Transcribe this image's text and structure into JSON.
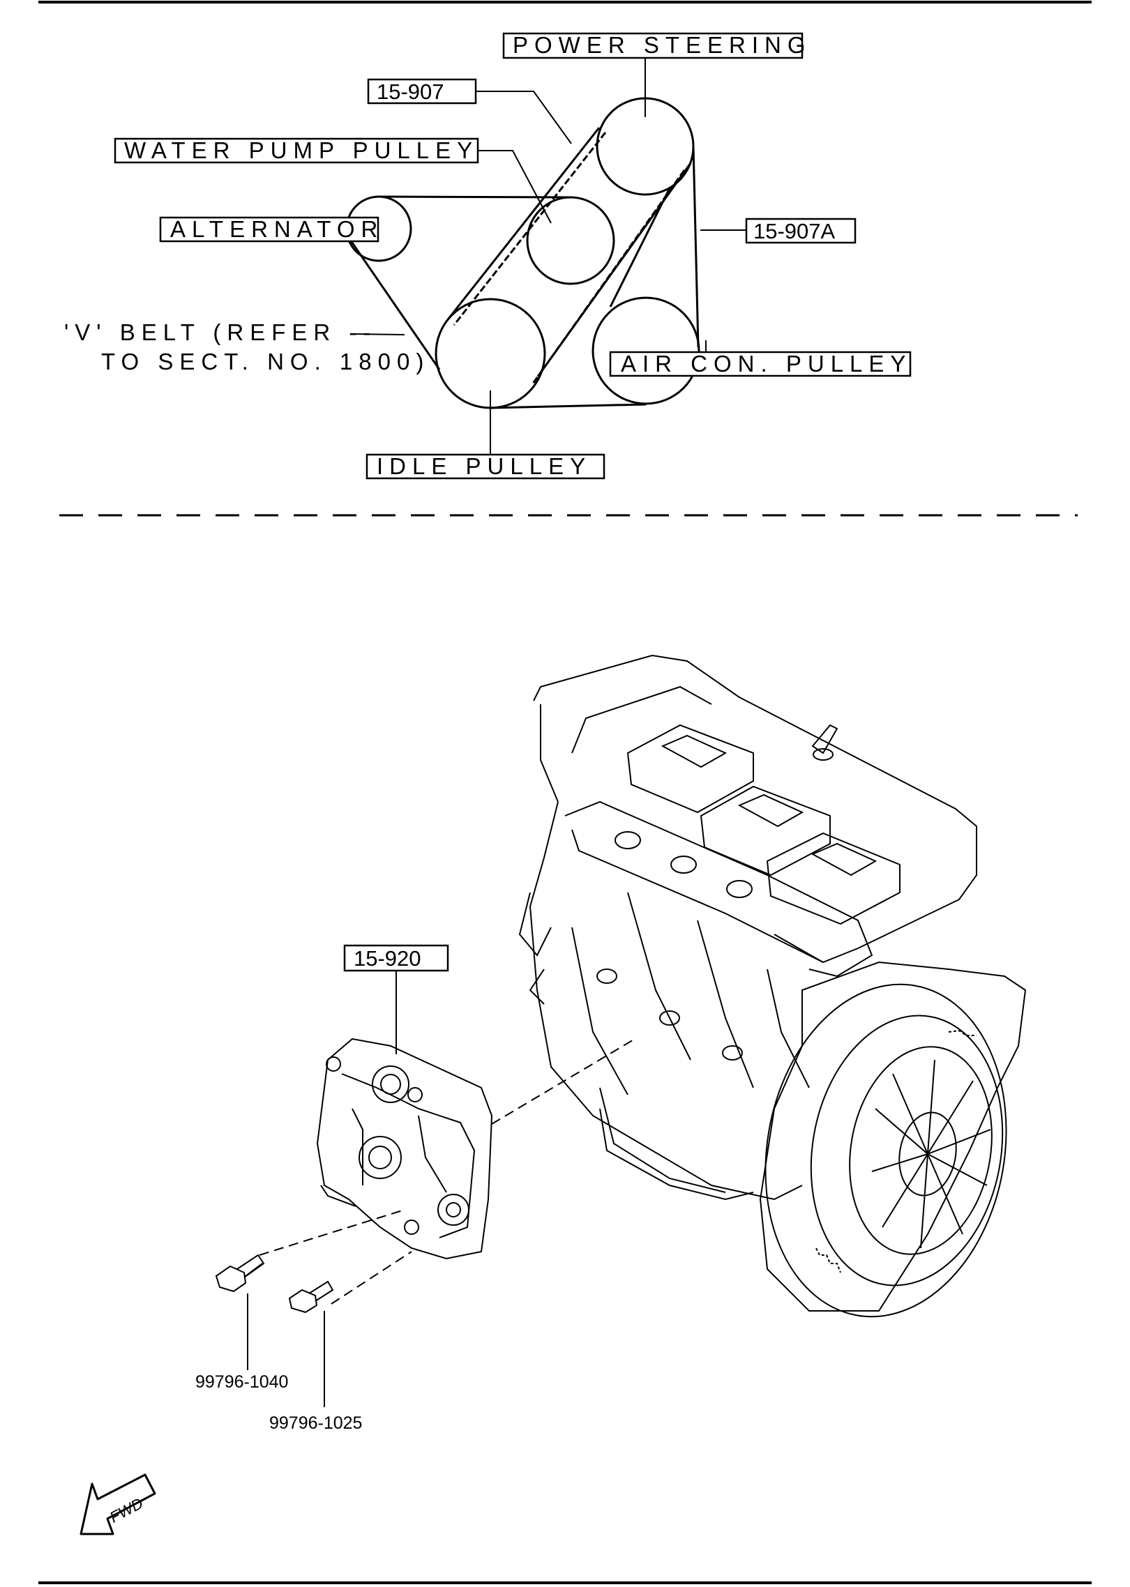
{
  "belt_diagram": {
    "labels": {
      "power_steering": "POWER STEERING",
      "part_15_907": "15-907",
      "water_pump_pulley": "WATER PUMP PULLEY",
      "alternator": "ALTERNATOR",
      "part_15_907a": "15-907A",
      "v_belt_line1": "'V' BELT (REFER --",
      "v_belt_line2": "TO SECT. NO. 1800)",
      "air_con_pulley": "AIR CON. PULLEY",
      "idle_pulley": "IDLE PULLEY"
    }
  },
  "bracket_diagram": {
    "labels": {
      "part_15_920": "15-920",
      "bolt_1": "99796-1040",
      "bolt_2": "99796-1025",
      "fwd": "FWD"
    }
  }
}
